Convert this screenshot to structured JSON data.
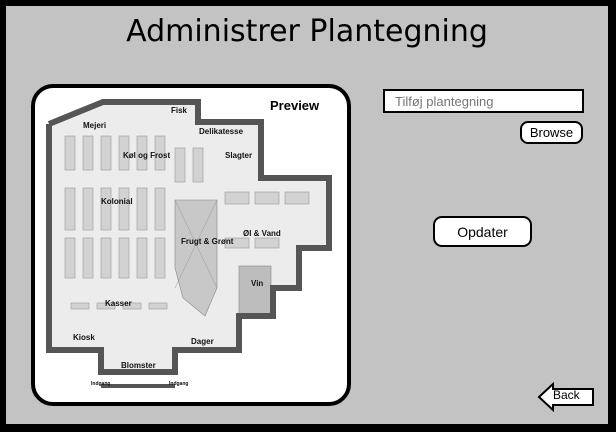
{
  "page": {
    "title": "Administrer Plantegning"
  },
  "preview": {
    "label": "Preview",
    "floorplan_sections": {
      "mejeri": "Mejeri",
      "fisk": "Fisk",
      "delikatesse": "Delikatesse",
      "kol_frost": "Køl og Frost",
      "slagter": "Slagter",
      "kolonial": "Kolonial",
      "frugt_gront": "Frugt & Grønt",
      "ol_vand": "Øl & Vand",
      "vin": "Vin",
      "kasser": "Kasser",
      "kiosk": "Kiosk",
      "dager": "Dager",
      "blomster": "Blomster",
      "indgang_1": "Indgang",
      "indgang_2": "Indgang"
    }
  },
  "upload": {
    "placeholder": "Tilføj plantegning",
    "browse_label": "Browse"
  },
  "actions": {
    "update_label": "Opdater",
    "back_label": "Back"
  },
  "colors": {
    "background": "#c3c3c3",
    "border": "#000000",
    "wall": "#555555"
  }
}
